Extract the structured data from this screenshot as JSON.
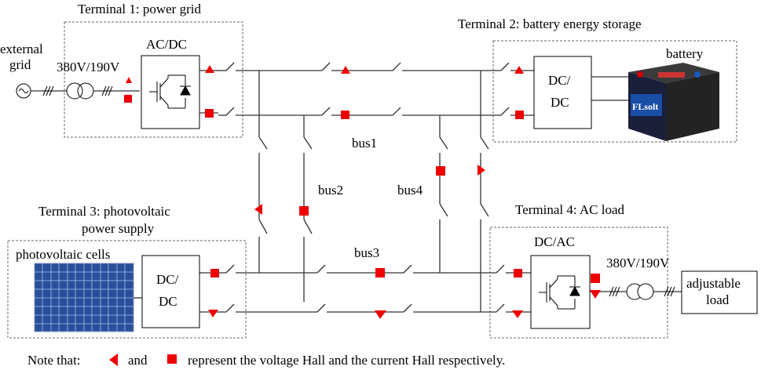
{
  "terminals": {
    "t1_title": "Terminal 1: power grid",
    "t2_title": "Terminal 2: battery energy storage",
    "t3_title_line1": "Terminal 3: photovoltaic",
    "t3_title_line2": "power supply",
    "t4_title": "Terminal 4: AC load"
  },
  "labels": {
    "external_grid_line1": "external",
    "external_grid_line2": "grid",
    "transformer1": "380V/190V",
    "transformer2": "380V/190V",
    "acdc": "AC/DC",
    "dcdc_top": "DC/",
    "dcdc_bottom": "DC",
    "dcdc2_top": "DC/",
    "dcdc2_bottom": "DC",
    "dcac": "DC/AC",
    "battery": "battery",
    "battery_brand": "FLsolt",
    "pv_cells": "photovoltaic cells",
    "adjustable_line1": "adjustable",
    "adjustable_line2": "load"
  },
  "buses": {
    "bus1": "bus1",
    "bus2": "bus2",
    "bus3": "bus3",
    "bus4": "bus4"
  },
  "note": {
    "prefix": "Note that:",
    "and": "and",
    "suffix": "represent the voltage Hall and the current Hall respectively."
  },
  "colors": {
    "hall_sensor": "#ee0000"
  }
}
